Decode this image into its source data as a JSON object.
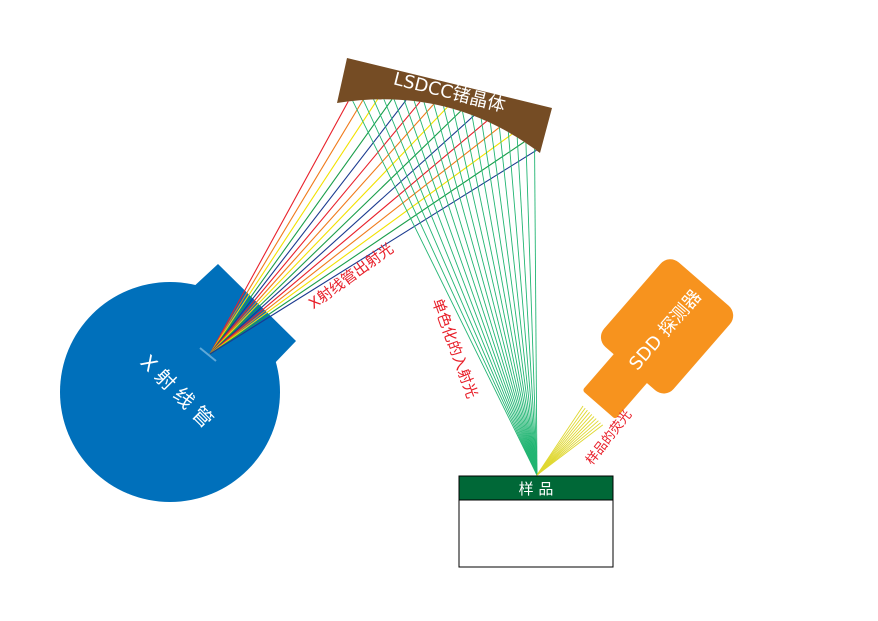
{
  "labels": {
    "crystal": "LSDCC锗晶体",
    "tube": "X 射 线 管",
    "tube_output": "X射线管出射光",
    "monochromatic": "单色化的入射光",
    "detector": "SDD 探测器",
    "fluorescence": "样品的荧光",
    "sample": "样 品"
  },
  "colors": {
    "tube": "#0070bb",
    "crystal": "#754c24",
    "detector": "#f7931e",
    "sample_header": "#006837",
    "label_red": "#e8202a",
    "reflected": "#22b573",
    "fluorescence": "#e0d830",
    "ray_cycle": [
      "#e8202a",
      "#f07a1a",
      "#f2e100",
      "#1a9e4a",
      "#1b3a8f"
    ]
  }
}
